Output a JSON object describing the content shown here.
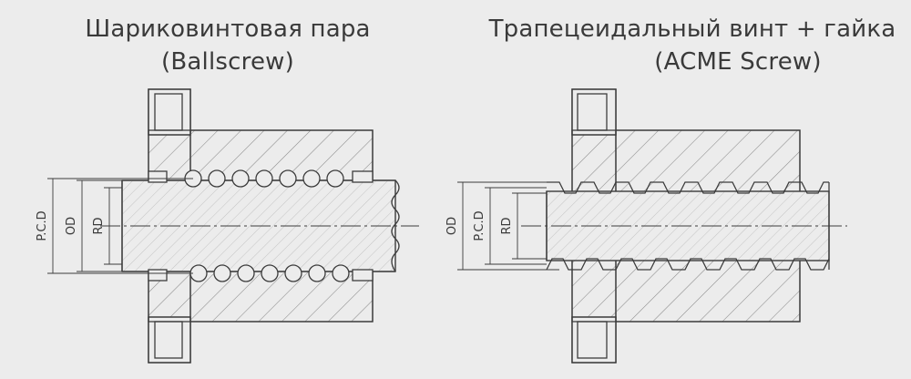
{
  "left": {
    "title_line1": "Шариковинтовая пара",
    "title_line2": "(Ballscrew)",
    "dims": {
      "pcd": "P.C.D",
      "od": "OD",
      "rd": "RD"
    }
  },
  "right": {
    "title_line1": "Трапецеидальный винт + гайка",
    "title_line2": "(ACME Screw)",
    "dims": {
      "od": "OD",
      "pcd": "P.C.D",
      "rd": "RD"
    }
  },
  "colors": {
    "background": "#ececec",
    "stroke": "#3c3c3c",
    "hatch": "#8a8a8a"
  }
}
